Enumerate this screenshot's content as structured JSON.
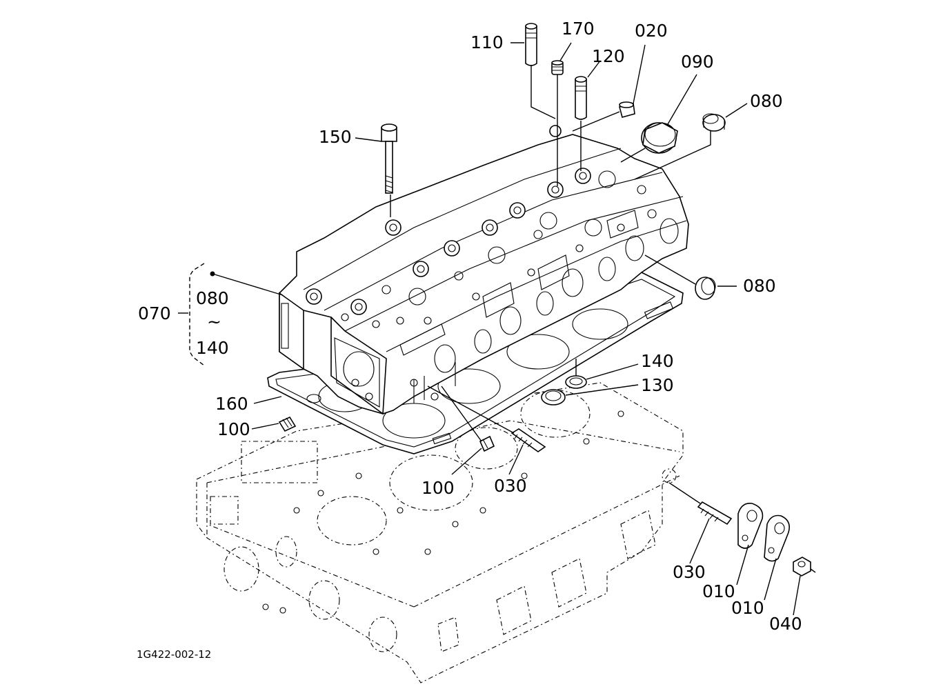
{
  "drawing_code": "1G422-002-12",
  "labels": {
    "p110": "110",
    "p170": "170",
    "p120": "120",
    "p020": "020",
    "p090": "090",
    "p080_top": "080",
    "p150": "150",
    "p070": "070",
    "p080_group": "080",
    "p_range": "~",
    "p140_group": "140",
    "p080_right": "080",
    "p140": "140",
    "p130": "130",
    "p160": "160",
    "p100_left": "100",
    "p100_mid": "100",
    "p030_mid": "030",
    "p030_right": "030",
    "p010_a": "010",
    "p010_b": "010",
    "p040": "040"
  }
}
